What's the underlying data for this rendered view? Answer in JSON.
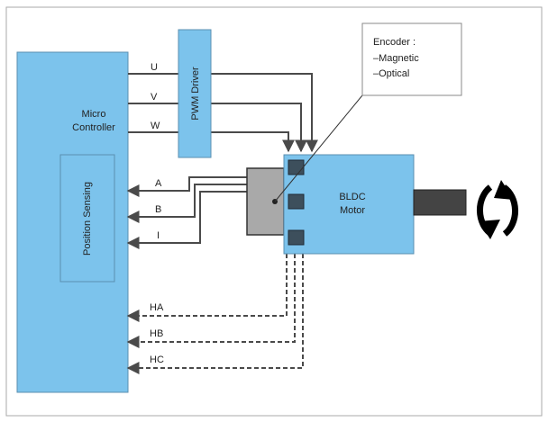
{
  "blocks": {
    "micro_controller": {
      "line1": "Micro",
      "line2": "Controller"
    },
    "position_sensing": {
      "label": "Position Sensing"
    },
    "pwm_driver": {
      "label": "PWM Driver"
    },
    "motor": {
      "line1": "BLDC",
      "line2": "Motor"
    },
    "encoder_callout": {
      "title": "Encoder :",
      "item1": "–Magnetic",
      "item2": "–Optical"
    }
  },
  "signals": {
    "phase_outputs": [
      "U",
      "V",
      "W"
    ],
    "encoder_inputs": [
      "A",
      "B",
      "I"
    ],
    "hall_inputs": [
      "HA",
      "HB",
      "HC"
    ]
  },
  "colors": {
    "block_fill": "#7cc3ec",
    "block_stroke": "#5a8fb0",
    "line": "#4a4a4a",
    "encoder_fill": "#a9a9a9",
    "shaft_fill": "#444444",
    "frame": "#aaaaaa"
  },
  "icons": {
    "rotation": "rotation-arrows-icon"
  }
}
